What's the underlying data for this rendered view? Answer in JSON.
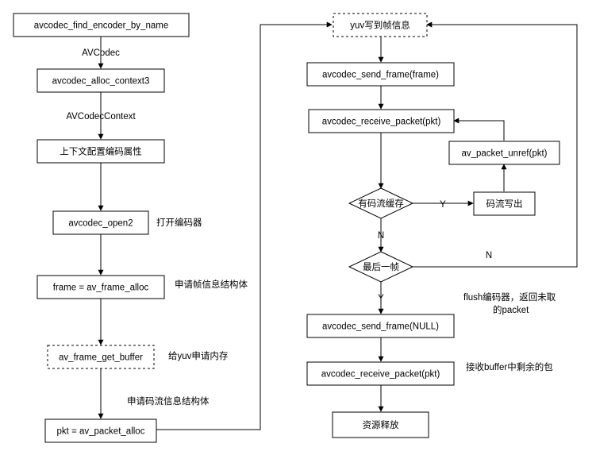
{
  "nodes": {
    "find_encoder": "avcodec_find_encoder_by_name",
    "alloc_context": "avcodec_alloc_context3",
    "config": "上下文配置编码属性",
    "open2": "avcodec_open2",
    "frame_alloc": "frame = av_frame_alloc",
    "get_buffer": "av_frame_get_buffer",
    "packet_alloc": "pkt = av_packet_alloc",
    "yuv_write": "yuv写到帧信息",
    "send_frame": "avcodec_send_frame(frame)",
    "receive_packet": "avcodec_receive_packet(pkt)",
    "packet_unref": "av_packet_unref(pkt)",
    "has_stream": "有码流缓存",
    "write_out": "码流写出",
    "last_frame": "最后一帧",
    "send_null": "avcodec_send_frame(NULL)",
    "receive_packet2": "avcodec_receive_packet(pkt)",
    "free": "资源释放"
  },
  "labels": {
    "avcodec": "AVCodec",
    "avcodec_context": "AVCodecContext",
    "open_encoder": "打开编码器",
    "frame_struct": "申请帧信息结构体",
    "yuv_mem": "给yuv申请内存",
    "stream_struct": "申请码流信息结构体",
    "flush_line1": "flush编码器，返回未取",
    "flush_line2": "的packet",
    "receive_remaining": "接收buffer中剩余的包",
    "y1": "Y",
    "n1": "N",
    "n2": "N",
    "y2": "Y"
  }
}
